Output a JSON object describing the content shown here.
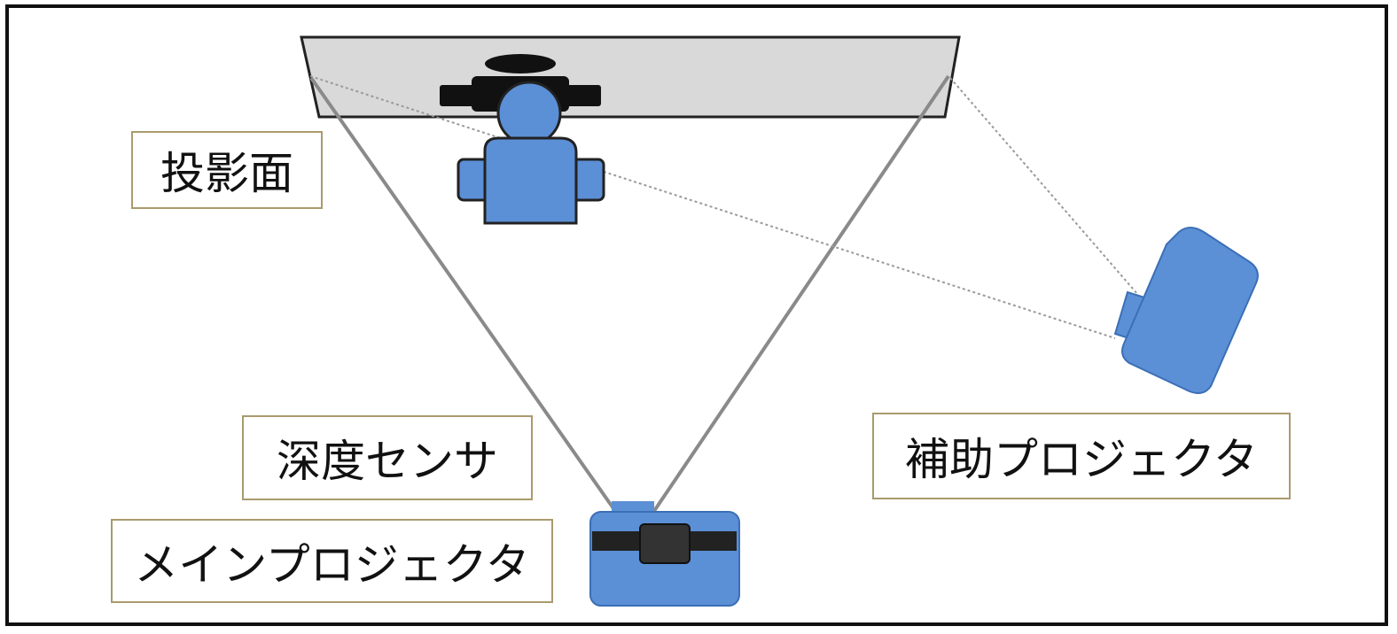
{
  "labels": {
    "projection_surface": "投影面",
    "depth_sensor": "深度センサ",
    "main_projector": "メインプロジェクタ",
    "auxiliary_projector": "補助プロジェクタ"
  },
  "colors": {
    "frame": "#111111",
    "surface_fill": "#d9d9d9",
    "device_blue": "#5b8fd6",
    "dark": "#222222",
    "beam_gray": "#8a8a8a",
    "label_border": "#a99a6e"
  }
}
